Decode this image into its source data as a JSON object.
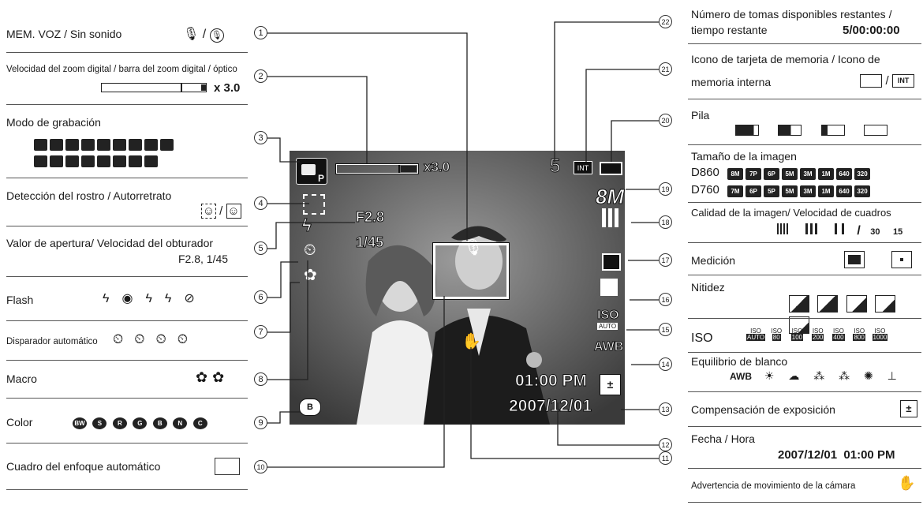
{
  "left": {
    "voice_memo": {
      "label": "MEM. VOZ / Sin sonido",
      "sep": "/"
    },
    "zoom": {
      "label": "Velocidad del zoom digital / barra del zoom digital / óptico",
      "value": "x 3.0"
    },
    "mode": {
      "label": "Modo de grabación"
    },
    "face": {
      "label": "Detección del rostro / Autorretrato",
      "sep": "/"
    },
    "aperture": {
      "label": "Valor de apertura/ Velocidad del obturador",
      "value": "F2.8, 1/45"
    },
    "flash": {
      "label": "Flash"
    },
    "timer": {
      "label": "Disparador automático"
    },
    "macro": {
      "label": "Macro"
    },
    "color": {
      "label": "Color",
      "letters": [
        "BW",
        "S",
        "R",
        "G",
        "B",
        "N",
        "C"
      ]
    },
    "af": {
      "label": "Cuadro del enfoque automático"
    }
  },
  "right": {
    "shots": {
      "label1": "Número de tomas disponibles restantes /",
      "label2": "tiempo restante",
      "value": "5/00:00:00"
    },
    "card": {
      "label1": "Icono de tarjeta de memoria / Icono de",
      "label2": "memoria interna",
      "int": "INT"
    },
    "battery": {
      "label": "Pila"
    },
    "size": {
      "label": "Tamaño de la imagen",
      "d860": "D860",
      "d760": "D760",
      "d860_tiles": [
        "8M",
        "7P",
        "6P",
        "5M",
        "3M",
        "1M",
        "640",
        "320"
      ],
      "d760_tiles": [
        "7M",
        "6P",
        "5P",
        "5M",
        "3M",
        "1M",
        "640",
        "320"
      ]
    },
    "quality": {
      "label": "Calidad de la imagen/ Velocidad de cuadros",
      "fps1": "30",
      "fps2": "15"
    },
    "metering": {
      "label": "Medición"
    },
    "sharpness": {
      "label": "Nitidez"
    },
    "iso": {
      "label": "ISO",
      "options": [
        "AUTO",
        "80",
        "100",
        "200",
        "400",
        "800",
        "1000"
      ]
    },
    "wb": {
      "label": "Equilibrio de blanco",
      "awb": "AWB"
    },
    "exposure": {
      "label": "Compensación de exposición"
    },
    "datetime": {
      "label": "Fecha / Hora",
      "value": "2007/12/01  01:00 PM"
    },
    "shake": {
      "label": "Advertencia de movimiento de la cámara"
    }
  },
  "overlay": {
    "zoom": "x3.0",
    "shots": "5",
    "int": "INT",
    "size": "8M",
    "iso": "ISO",
    "iso_sub": "AUTO",
    "awb": "AWB",
    "aperture": "F2.8",
    "shutter": "1/45",
    "time": "01:00 PM",
    "date": "2007/12/01",
    "color": "B"
  },
  "callouts": [
    "1",
    "2",
    "3",
    "4",
    "5",
    "6",
    "7",
    "8",
    "9",
    "10",
    "11",
    "12",
    "13",
    "14",
    "15",
    "16",
    "17",
    "18",
    "19",
    "20",
    "21",
    "22"
  ]
}
